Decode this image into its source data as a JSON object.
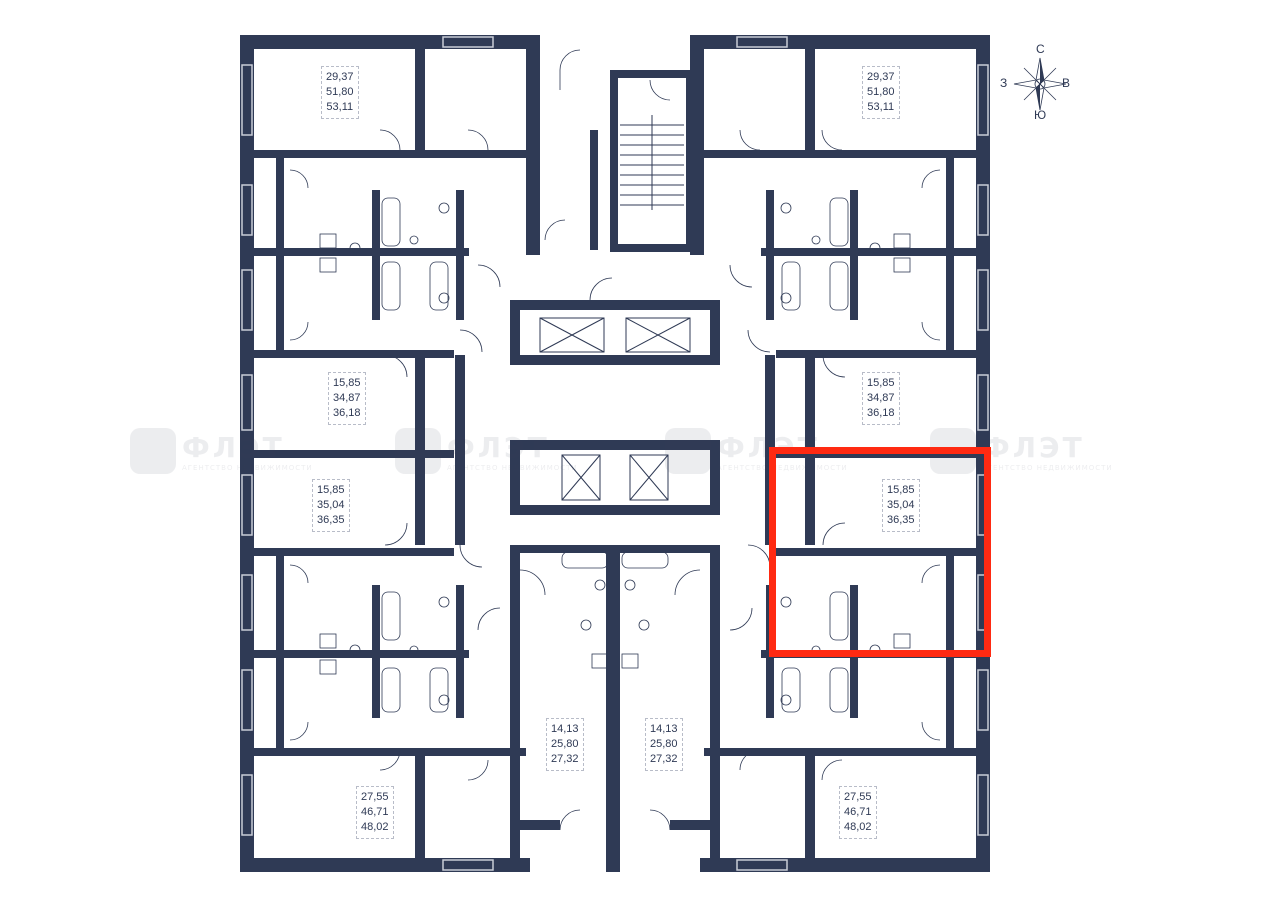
{
  "compass": {
    "north": "С",
    "west": "З",
    "east": "В",
    "south": "Ю"
  },
  "watermark": {
    "brand": "ФЛЭТ",
    "tagline": "АГЕНТСТВО НЕДВИЖИМОСТИ"
  },
  "apartments": [
    {
      "id": "nw-2room",
      "areas": [
        "29,37",
        "51,80",
        "53,11"
      ]
    },
    {
      "id": "ne-2room",
      "areas": [
        "29,37",
        "51,80",
        "53,11"
      ]
    },
    {
      "id": "w-1room-a",
      "areas": [
        "15,85",
        "34,87",
        "36,18"
      ]
    },
    {
      "id": "e-1room-a",
      "areas": [
        "15,85",
        "34,87",
        "36,18"
      ]
    },
    {
      "id": "w-1room-b",
      "areas": [
        "15,85",
        "35,04",
        "36,35"
      ]
    },
    {
      "id": "e-1room-b",
      "areas": [
        "15,85",
        "35,04",
        "36,35"
      ],
      "selected": true
    },
    {
      "id": "s-studio-l",
      "areas": [
        "14,13",
        "25,80",
        "27,32"
      ]
    },
    {
      "id": "s-studio-r",
      "areas": [
        "14,13",
        "25,80",
        "27,32"
      ]
    },
    {
      "id": "sw-2room",
      "areas": [
        "27,55",
        "46,71",
        "48,02"
      ]
    },
    {
      "id": "se-2room",
      "areas": [
        "27,55",
        "46,71",
        "48,02"
      ]
    }
  ],
  "colors": {
    "wall": "#2f3a55",
    "line": "#2f3a55",
    "highlight": "#ff2a12",
    "window": "#c9ccd6"
  }
}
